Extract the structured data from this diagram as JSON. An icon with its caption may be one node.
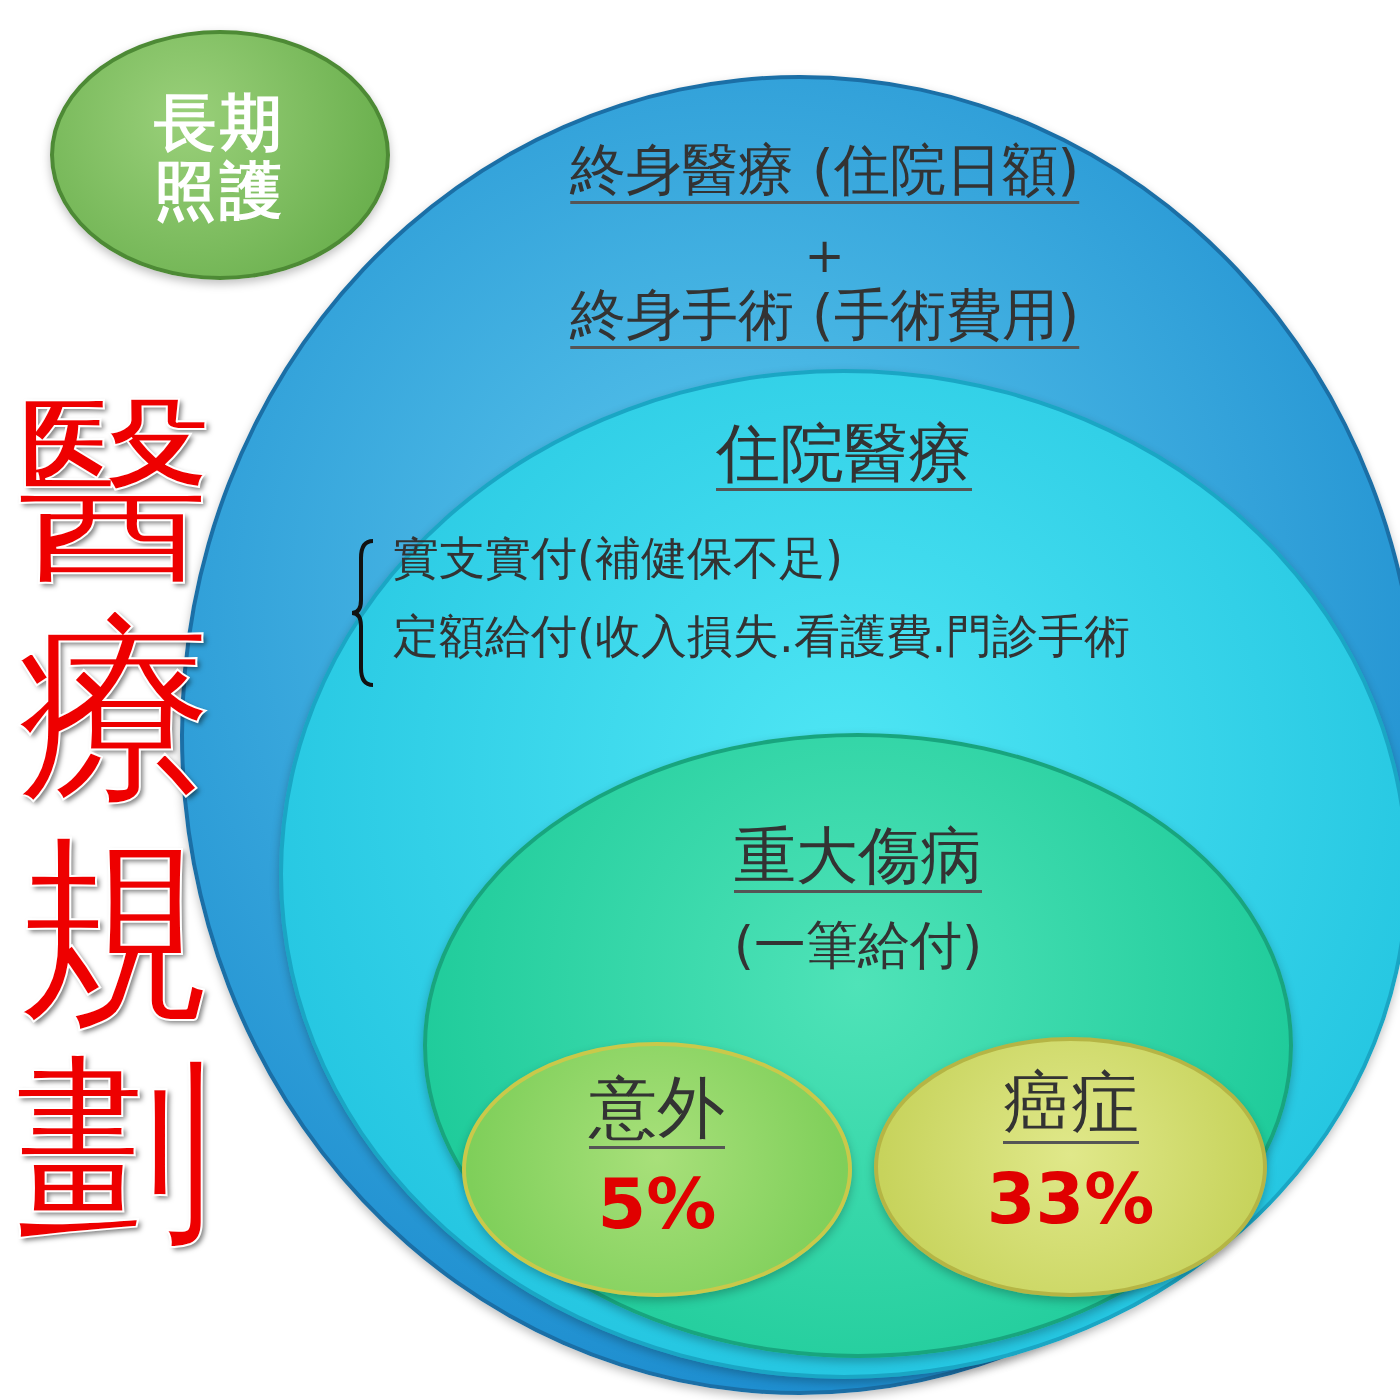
{
  "diagram": {
    "nodes": [
      {
        "text": [
          "長期照護"
        ]
      },
      {
        "text": [
          "終身醫療 (住院日額)",
          "+",
          "終身手術 (手術費用)"
        ]
      },
      {
        "text": [
          "住院醫療",
          "實支實付(補健保不足)",
          "定額給付(收入損失.看護費.門診手術"
        ],
        "in": 1
      },
      {
        "text": [
          "重大傷病",
          "(一筆給付)"
        ],
        "in": 2
      },
      {
        "text": [
          "意外",
          "5%"
        ],
        "in": 3
      },
      {
        "text": [
          "癌症",
          "33%"
        ],
        "in": 3
      }
    ],
    "labels": [
      "醫療規劃"
    ]
  }
}
